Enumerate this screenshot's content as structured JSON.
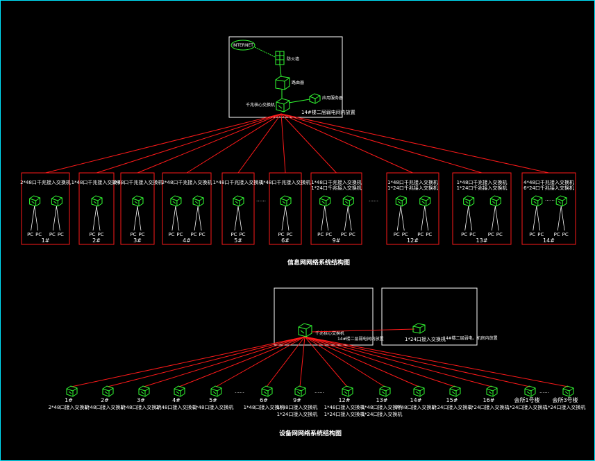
{
  "colors": {
    "background": "#000000",
    "border": "#00e5ff",
    "box": "#ffffff",
    "link": "#ff1a1a",
    "device": "#33ff33"
  },
  "info_network": {
    "title": "信息网网络系统结构图",
    "core": {
      "internet": "INTERNET",
      "firewall": "防火墙",
      "router": "路由器",
      "core_switch": "千兆核心交换机",
      "server": "应用服务器",
      "location": "14#楼二层弱电间内放置"
    },
    "ellipsis": "……",
    "buildings": [
      {
        "label": "1#",
        "spec": [
          "2*48口千兆接入交换机"
        ],
        "pcs": [
          "PC",
          "PC",
          "PC",
          "PC"
        ]
      },
      {
        "label": "2#",
        "spec": [
          "1*48口千兆接入交换机"
        ],
        "pcs": [
          "PC",
          "PC"
        ]
      },
      {
        "label": "3#",
        "spec": [
          "1*48口千兆接入交换机"
        ],
        "pcs": [
          "PC",
          "PC"
        ]
      },
      {
        "label": "4#",
        "spec": [
          "2*48口千兆接入交换机"
        ],
        "pcs": [
          "PC",
          "PC",
          "PC",
          "PC"
        ]
      },
      {
        "label": "5#",
        "spec": [
          "1*48口千兆接入交换机"
        ],
        "pcs": [
          "PC",
          "PC"
        ]
      },
      {
        "label": "6#",
        "spec": [
          "1*48口千兆接入交换机"
        ],
        "pcs": [
          "PC",
          "PC"
        ]
      },
      {
        "label": "9#",
        "spec": [
          "1*48口千兆接入交换机",
          "1*24口千兆接入交换机"
        ],
        "pcs": [
          "PC",
          "PC",
          "PC",
          "PC"
        ]
      },
      {
        "label": "12#",
        "spec": [
          "1*48口千兆接入交换机",
          "1*24口千兆接入交换机"
        ],
        "pcs": [
          "PC",
          "PC",
          "PC",
          "PC"
        ]
      },
      {
        "label": "13#",
        "spec": [
          "1*48口千兆接入交换机",
          "1*24口千兆接入交换机"
        ],
        "pcs": [
          "PC",
          "PC",
          "PC",
          "PC"
        ]
      },
      {
        "label": "14#",
        "spec": [
          "4*48口千兆接入交换机",
          "6*24口千兆接入交换机"
        ],
        "pcs": [
          "PC",
          "PC",
          "PC",
          "PC"
        ]
      }
    ]
  },
  "device_network": {
    "title": "设备网网络系统结构图",
    "core_switch": "千兆核心交换机",
    "core_location": "14#楼二层弱电间内放置",
    "aux_switch": "1*24口接入交换机",
    "aux_location": "14#楼二层弱电、机房内放置",
    "ellipsis": "……",
    "nodes": [
      {
        "label": "1#",
        "spec": [
          "2*48口接入交换机"
        ]
      },
      {
        "label": "2#",
        "spec": [
          "1*48口接入交换机"
        ]
      },
      {
        "label": "3#",
        "spec": [
          "1*48口接入交换机"
        ]
      },
      {
        "label": "4#",
        "spec": [
          "2*48口接入交换机"
        ]
      },
      {
        "label": "5#",
        "spec": [
          "1*48口接入交换机"
        ]
      },
      {
        "label": "6#",
        "spec": [
          "1*48口接入交换机"
        ]
      },
      {
        "label": "9#",
        "spec": [
          "1*48口接入交换机",
          "1*24口接入交换机"
        ]
      },
      {
        "label": "12#",
        "spec": [
          "1*48口接入交换机",
          "1*24口接入交换机"
        ]
      },
      {
        "label": "13#",
        "spec": [
          "1*48口接入交换机",
          "1*24口接入交换机"
        ]
      },
      {
        "label": "14#",
        "spec": [
          "7*48口接入交换机"
        ]
      },
      {
        "label": "15#",
        "spec": [
          "1*24口接入交换机"
        ]
      },
      {
        "label": "16#",
        "spec": [
          "1*24口接入交换机"
        ]
      },
      {
        "label": "会所1号楼",
        "spec": [
          "1*24口接入交换机"
        ]
      },
      {
        "label": "会所3号楼",
        "spec": [
          "1*24口接入交换机"
        ]
      }
    ]
  }
}
